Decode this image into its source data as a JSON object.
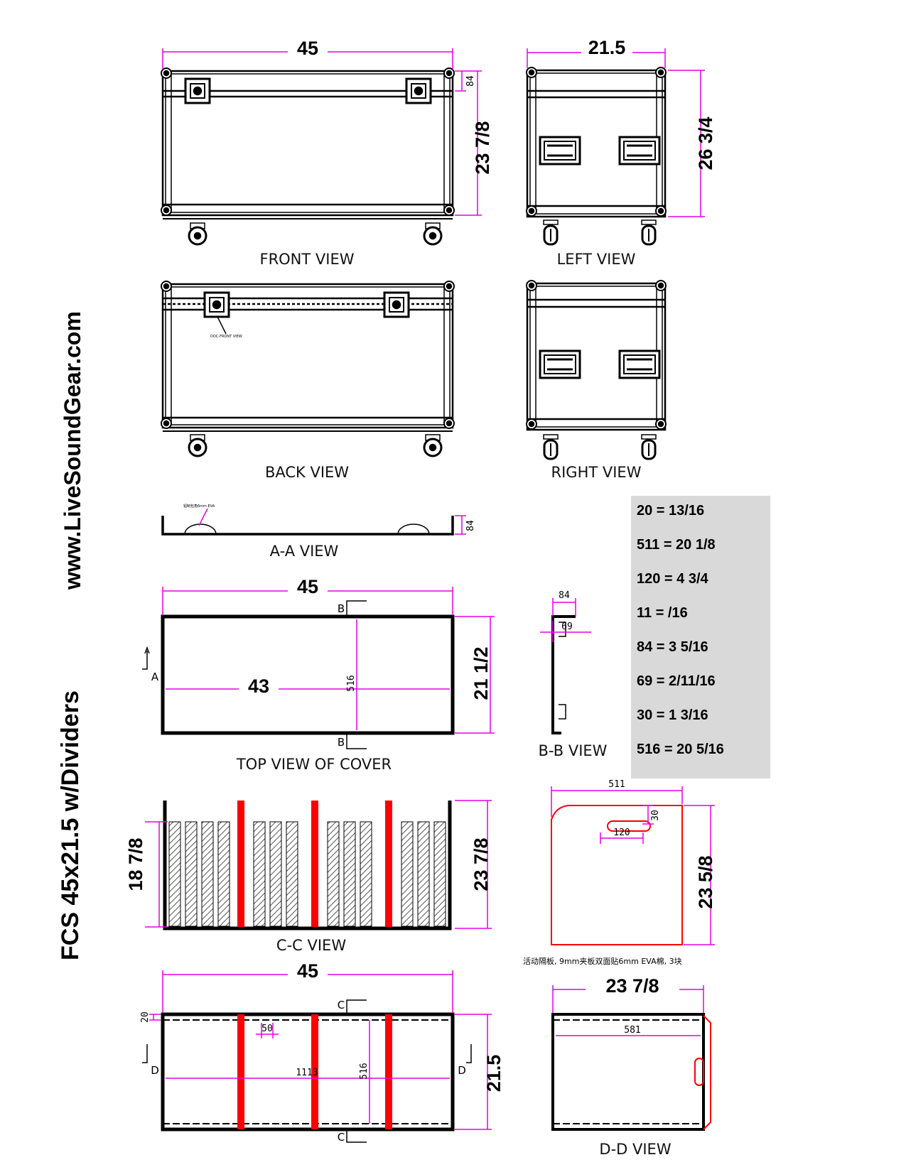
{
  "side_labels": {
    "website": "www.LiveSoundGear.com",
    "title": "FCS 45x21.5 w/Dividers"
  },
  "views": {
    "front": "FRONT VIEW",
    "left": "LEFT VIEW",
    "back": "BACK VIEW",
    "right": "RIGHT VIEW",
    "aa": "A-A VIEW",
    "top_cover": "TOP VIEW OF COVER",
    "bb": "B-B VIEW",
    "cc": "C-C VIEW",
    "dd": "D-D VIEW"
  },
  "dimensions": {
    "front_width": "45",
    "front_height": "23 7/8",
    "front_lid": "84",
    "left_width": "21.5",
    "left_height": "26 3/4",
    "aa_lid": "84",
    "top_width": "45",
    "top_inner": "43",
    "top_depth": "21 1/2",
    "top_516": "516",
    "bb_84": "84",
    "bb_69": "69",
    "cc_inner": "18 7/8",
    "cc_height": "23 7/8",
    "div_511": "511",
    "div_30": "30",
    "div_120": "120",
    "div_height": "23 5/8",
    "bottom_width": "45",
    "bottom_depth": "21.5",
    "bottom_20": "20",
    "bottom_50": "50",
    "bottom_1113": "1113",
    "bottom_516": "516",
    "dd_width": "23 7/8",
    "dd_581": "581"
  },
  "section_marks": {
    "a": "A",
    "b": "B",
    "c": "C",
    "d": "D"
  },
  "notes": {
    "divider": "活动隔板, 9mm夹板双面贴6mm EVA棉, 3块",
    "back_small": "DOC-FRONT VIEW",
    "aa_small": "铝制包角6mm EVA"
  },
  "conversions": [
    "20 = 13/16",
    "511 = 20 1/8",
    "120 = 4 3/4",
    "11 = /16",
    "84 = 3 5/16",
    "69 = 2/11/16",
    "30 = 1 3/16",
    "516 = 20 5/16"
  ],
  "colors": {
    "dimension": "#e600e6",
    "divider_red": "#ff0000",
    "outline": "#000000",
    "panel_gray": "#d9d9d9"
  }
}
